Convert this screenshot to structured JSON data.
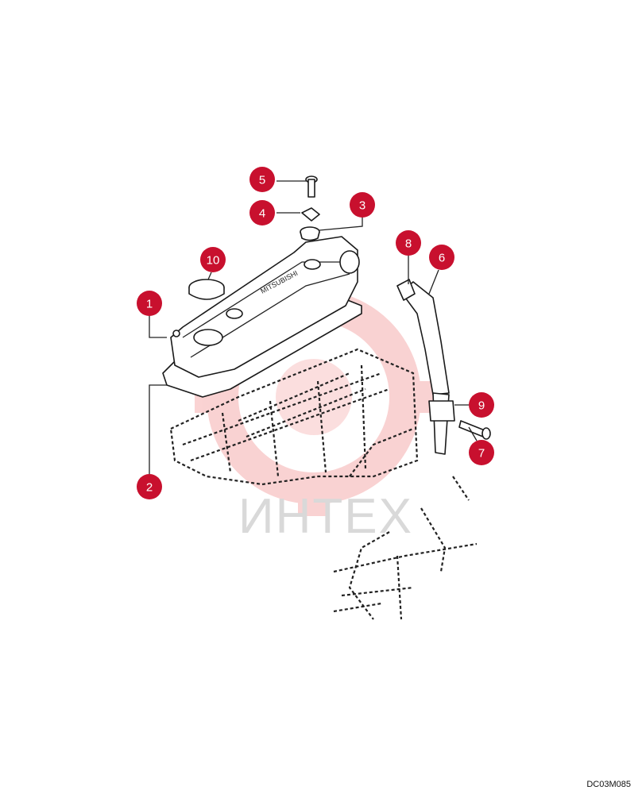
{
  "watermark": {
    "text": "ИНТЕХ",
    "color": "#f2b8b8"
  },
  "drawing_code": "DC03M085",
  "callouts": [
    "1",
    "2",
    "3",
    "4",
    "5",
    "6",
    "7",
    "8",
    "9",
    "10"
  ],
  "colors": {
    "callout": "#c8102e",
    "line": "#222222"
  }
}
